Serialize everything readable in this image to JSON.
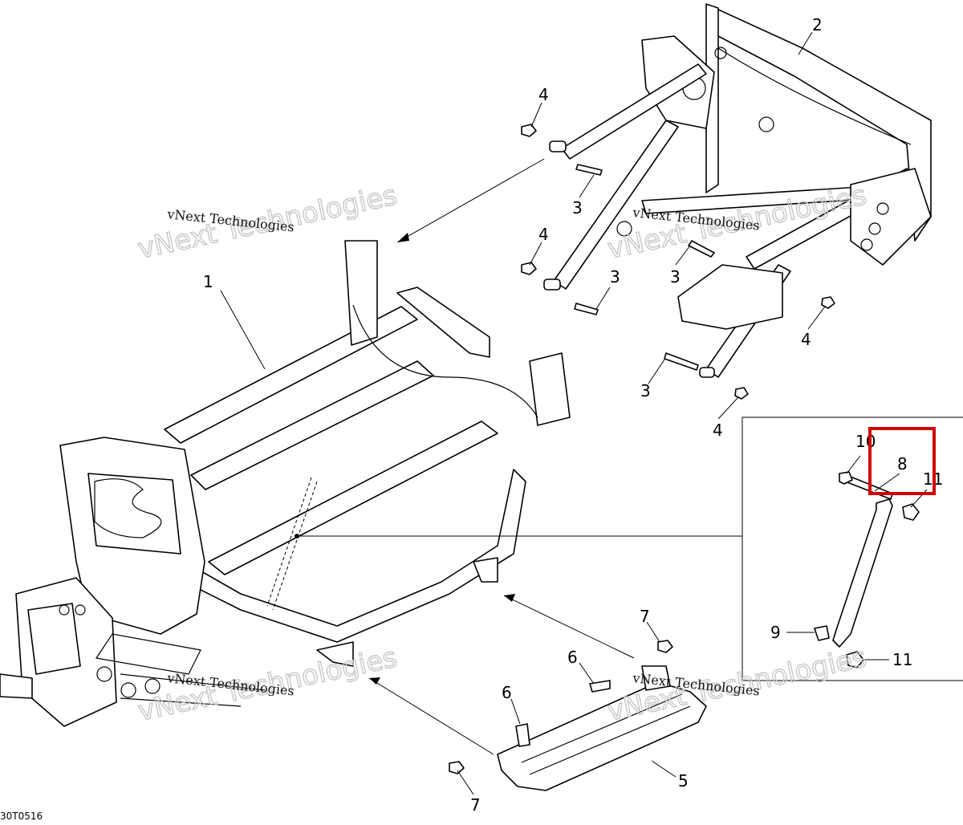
{
  "diagram": {
    "drawing_code": "30T0516",
    "highlight_color": "#d00000",
    "watermarks": [
      {
        "small": "vNext Technologies",
        "big": "vNext Technologies"
      },
      {
        "small": "vNext Technologies",
        "big": "vNext Technologies"
      },
      {
        "small": "vNext Technologies",
        "big": "vNext Technologies"
      },
      {
        "small": "vNext Technologies",
        "big": "vNext Technologies"
      }
    ],
    "callouts": [
      "1",
      "2",
      "3",
      "3",
      "3",
      "3",
      "4",
      "4",
      "4",
      "4",
      "5",
      "6",
      "6",
      "7",
      "7",
      "8",
      "9",
      "10",
      "11",
      "11"
    ]
  }
}
